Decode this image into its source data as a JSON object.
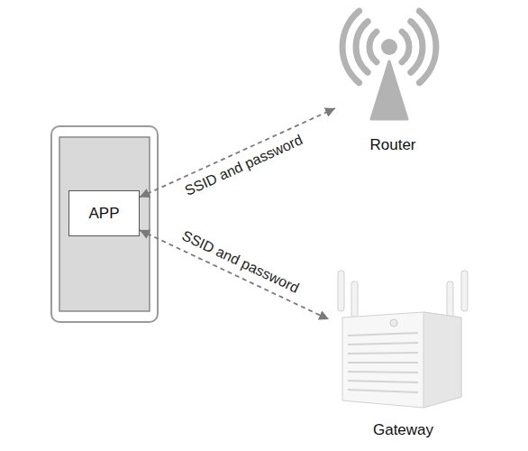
{
  "diagram": {
    "nodes": [
      {
        "text": [
          "APP"
        ]
      },
      {
        "text": [
          "Router"
        ]
      },
      {
        "text": [
          "Gateway"
        ]
      }
    ],
    "edges": [
      {
        "from": 0,
        "to": 1,
        "arrow": "both",
        "label": "SSID and password"
      },
      {
        "from": 0,
        "to": 2,
        "arrow": "both",
        "label": "SSID and password"
      }
    ]
  }
}
